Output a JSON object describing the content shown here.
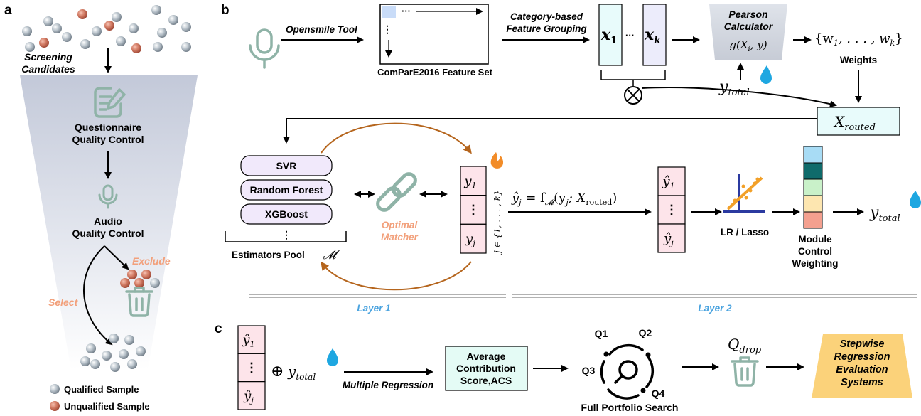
{
  "panels": {
    "a": "a",
    "b": "b",
    "c": "c"
  },
  "panel_a": {
    "screening_line1": "Screening",
    "screening_line2": "Candidates",
    "questionnaire_line1": "Questionnaire",
    "questionnaire_line2": "Quality Control",
    "audio_line1": "Audio",
    "audio_line2": "Quality Control",
    "exclude": "Exclude",
    "select": "Select",
    "legend_qualified": "Qualified Sample",
    "legend_unqualified": "Unqualified Sample"
  },
  "panel_b": {
    "opensmile": "Opensmile Tool",
    "compare_label": "ComParE2016 Feature Set",
    "matrix_dots": "···",
    "grouping_line1": "Category-based",
    "grouping_line2": "Feature Grouping",
    "x1": "x",
    "x1_sub": "1",
    "xk": "x",
    "xk_sub": "k",
    "x_dots": "···",
    "pearson_line1": "Pearson",
    "pearson_line2": "Calculator",
    "pearson_formula": "g(X",
    "pearson_formula_sub": "i",
    "pearson_formula_end": ", y)",
    "weights_set": "{w",
    "weights_set_mid": ", . . . , w",
    "weights_set_end": "}",
    "weights_label": "Weights",
    "y_total": "y",
    "y_total_sub": "total",
    "x_routed": "X",
    "x_routed_sub": "routed",
    "estimators": [
      "SVR",
      "Random Forest",
      "XGBoost"
    ],
    "estimators_dots": "⋮",
    "estimators_pool": "Estimators Pool",
    "estimators_pool_symbol": "𝓜",
    "optimal_line1": "Optimal",
    "optimal_line2": "Matcher",
    "y_stack": [
      "y",
      "⋮",
      "y"
    ],
    "y_stack_subs": [
      "1",
      "",
      "j"
    ],
    "j_range": "j ∈ {1, . . . , k}",
    "yhat_formula_left": "ŷ",
    "yhat_formula_mid": " = f",
    "yhat_formula_right": "(y",
    "yhat_formula_end": "; X",
    "yhat_formula_close": ")",
    "routed_upright": "routed",
    "lr_lasso": "LR / Lasso",
    "module_line1": "Module",
    "module_line2": "Control",
    "module_line3": "Weighting",
    "module_colors": [
      "#a8dcf5",
      "#0f6b6b",
      "#c9f1c9",
      "#fde6b0",
      "#f4a08f"
    ],
    "layer1": "Layer 1",
    "layer2": "Layer 2"
  },
  "panel_c": {
    "oplus": "⊕",
    "multiple_regression": "Multiple Regression",
    "acs_line1": "Average",
    "acs_line2": "Contribution",
    "acs_line3": "Score,ACS",
    "q1": "Q1",
    "q2": "Q2",
    "q3": "Q3",
    "q4": "Q4",
    "full_portfolio": "Full Portfolio Search",
    "q_drop": "Q",
    "q_drop_sub": "drop",
    "stepwise_line1": "Stepwise",
    "stepwise_line2": "Regression",
    "stepwise_line3": "Evaluation",
    "stepwise_line4": "Systems"
  },
  "colors": {
    "teal_icon": "#8fb3a7",
    "orange_text": "#f2a07b",
    "blue_layer": "#4aa3df",
    "arrow_brown": "#b5651d",
    "fire": "#f28c28",
    "drop": "#1ea7e1",
    "box_cyan": "#e8fbfb",
    "box_lavender": "#ececfb",
    "box_pink": "#fde4ea",
    "estimator_fill": "#f1e9fb",
    "acs_fill": "#e4fbf5",
    "stepwise_fill": "#fbd27a"
  }
}
